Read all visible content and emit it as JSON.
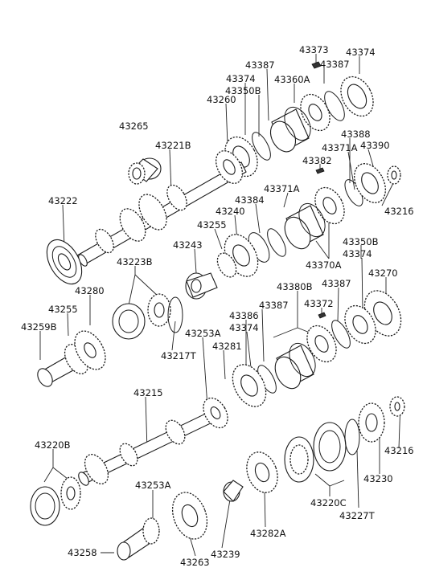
{
  "parts": {
    "p43373": "43373",
    "p43374a": "43374",
    "p43387a": "43387",
    "p43387b": "43387",
    "p43374b": "43374",
    "p43360a": "43360A",
    "p43350b_top": "43350B",
    "p43260": "43260",
    "p43265": "43265",
    "p43221b": "43221B",
    "p43388": "43388",
    "p43371a_top": "43371A",
    "p43390": "43390",
    "p43382": "43382",
    "p43371a": "43371A",
    "p43216a": "43216",
    "p43222": "43222",
    "p43384": "43384",
    "p43240": "43240",
    "p43255a": "43255",
    "p43243": "43243",
    "p43350b": "43350B",
    "p43374c": "43374",
    "p43223b": "43223B",
    "p43370a": "43370A",
    "p43270": "43270",
    "p43280": "43280",
    "p43380b": "43380B",
    "p43387c": "43387",
    "p43372": "43372",
    "p43255b": "43255",
    "p43387d": "43387",
    "p43386": "43386",
    "p43374d": "43374",
    "p43259b": "43259B",
    "p43253a_top": "43253A",
    "p43217t": "43217T",
    "p43281": "43281",
    "p43215": "43215",
    "p43216b": "43216",
    "p43220b": "43220B",
    "p43253a": "43253A",
    "p43230": "43230",
    "p43220c": "43220C",
    "p43227t": "43227T",
    "p43282a": "43282A",
    "p43258": "43258",
    "p43239": "43239",
    "p43263": "43263"
  }
}
